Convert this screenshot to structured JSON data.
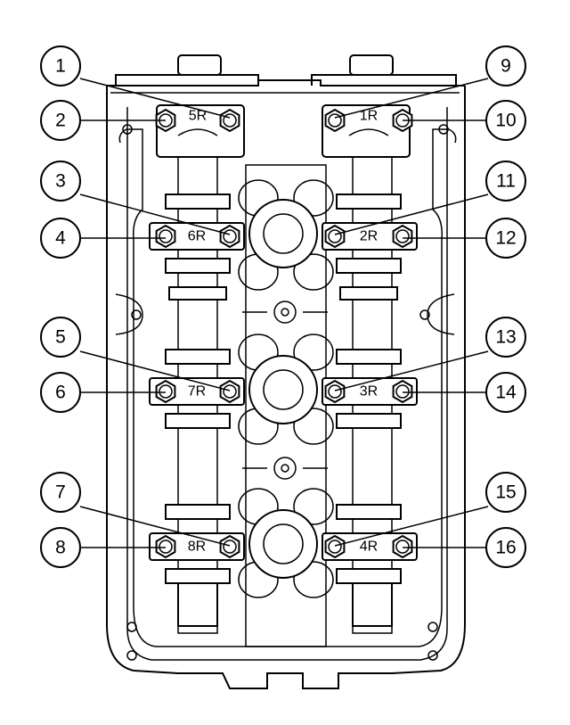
{
  "figure": {
    "cap_labels": {
      "cap_5r": "5R",
      "cap_1r": "1R",
      "cap_6r": "6R",
      "cap_2r": "2R",
      "cap_7r": "7R",
      "cap_3r": "3R",
      "cap_8r": "8R",
      "cap_4r": "4R"
    },
    "callouts": {
      "c1": "1",
      "c2": "2",
      "c3": "3",
      "c4": "4",
      "c5": "5",
      "c6": "6",
      "c7": "7",
      "c8": "8",
      "c9": "9",
      "c10": "10",
      "c11": "11",
      "c12": "12",
      "c13": "13",
      "c14": "14",
      "c15": "15",
      "c16": "16"
    }
  }
}
